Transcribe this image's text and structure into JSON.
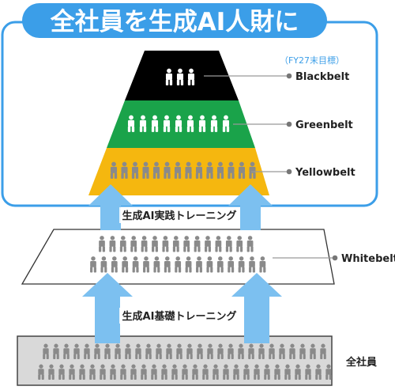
{
  "title": "全社員を生成AI人財に",
  "target_note": "（FY27末目標）",
  "levels": {
    "blackbelt": "Blackbelt",
    "greenbelt": "Greenbelt",
    "yellowbelt": "Yellowbelt",
    "whitebelt": "Whitebelt",
    "all_employees": "全社員"
  },
  "trainings": {
    "practice": "生成AI実践トレーニング",
    "basic": "生成AI基礎トレーニング"
  },
  "colors": {
    "accent_blue": "#3b9ee8",
    "black_tier": "#000000",
    "green_tier": "#1aa34a",
    "yellow_tier": "#f5b70f",
    "person_white": "#ffffff",
    "person_gray": "#8a8a8a",
    "arrow": "#7cc0f0",
    "base_gray": "#d9d9d9"
  }
}
